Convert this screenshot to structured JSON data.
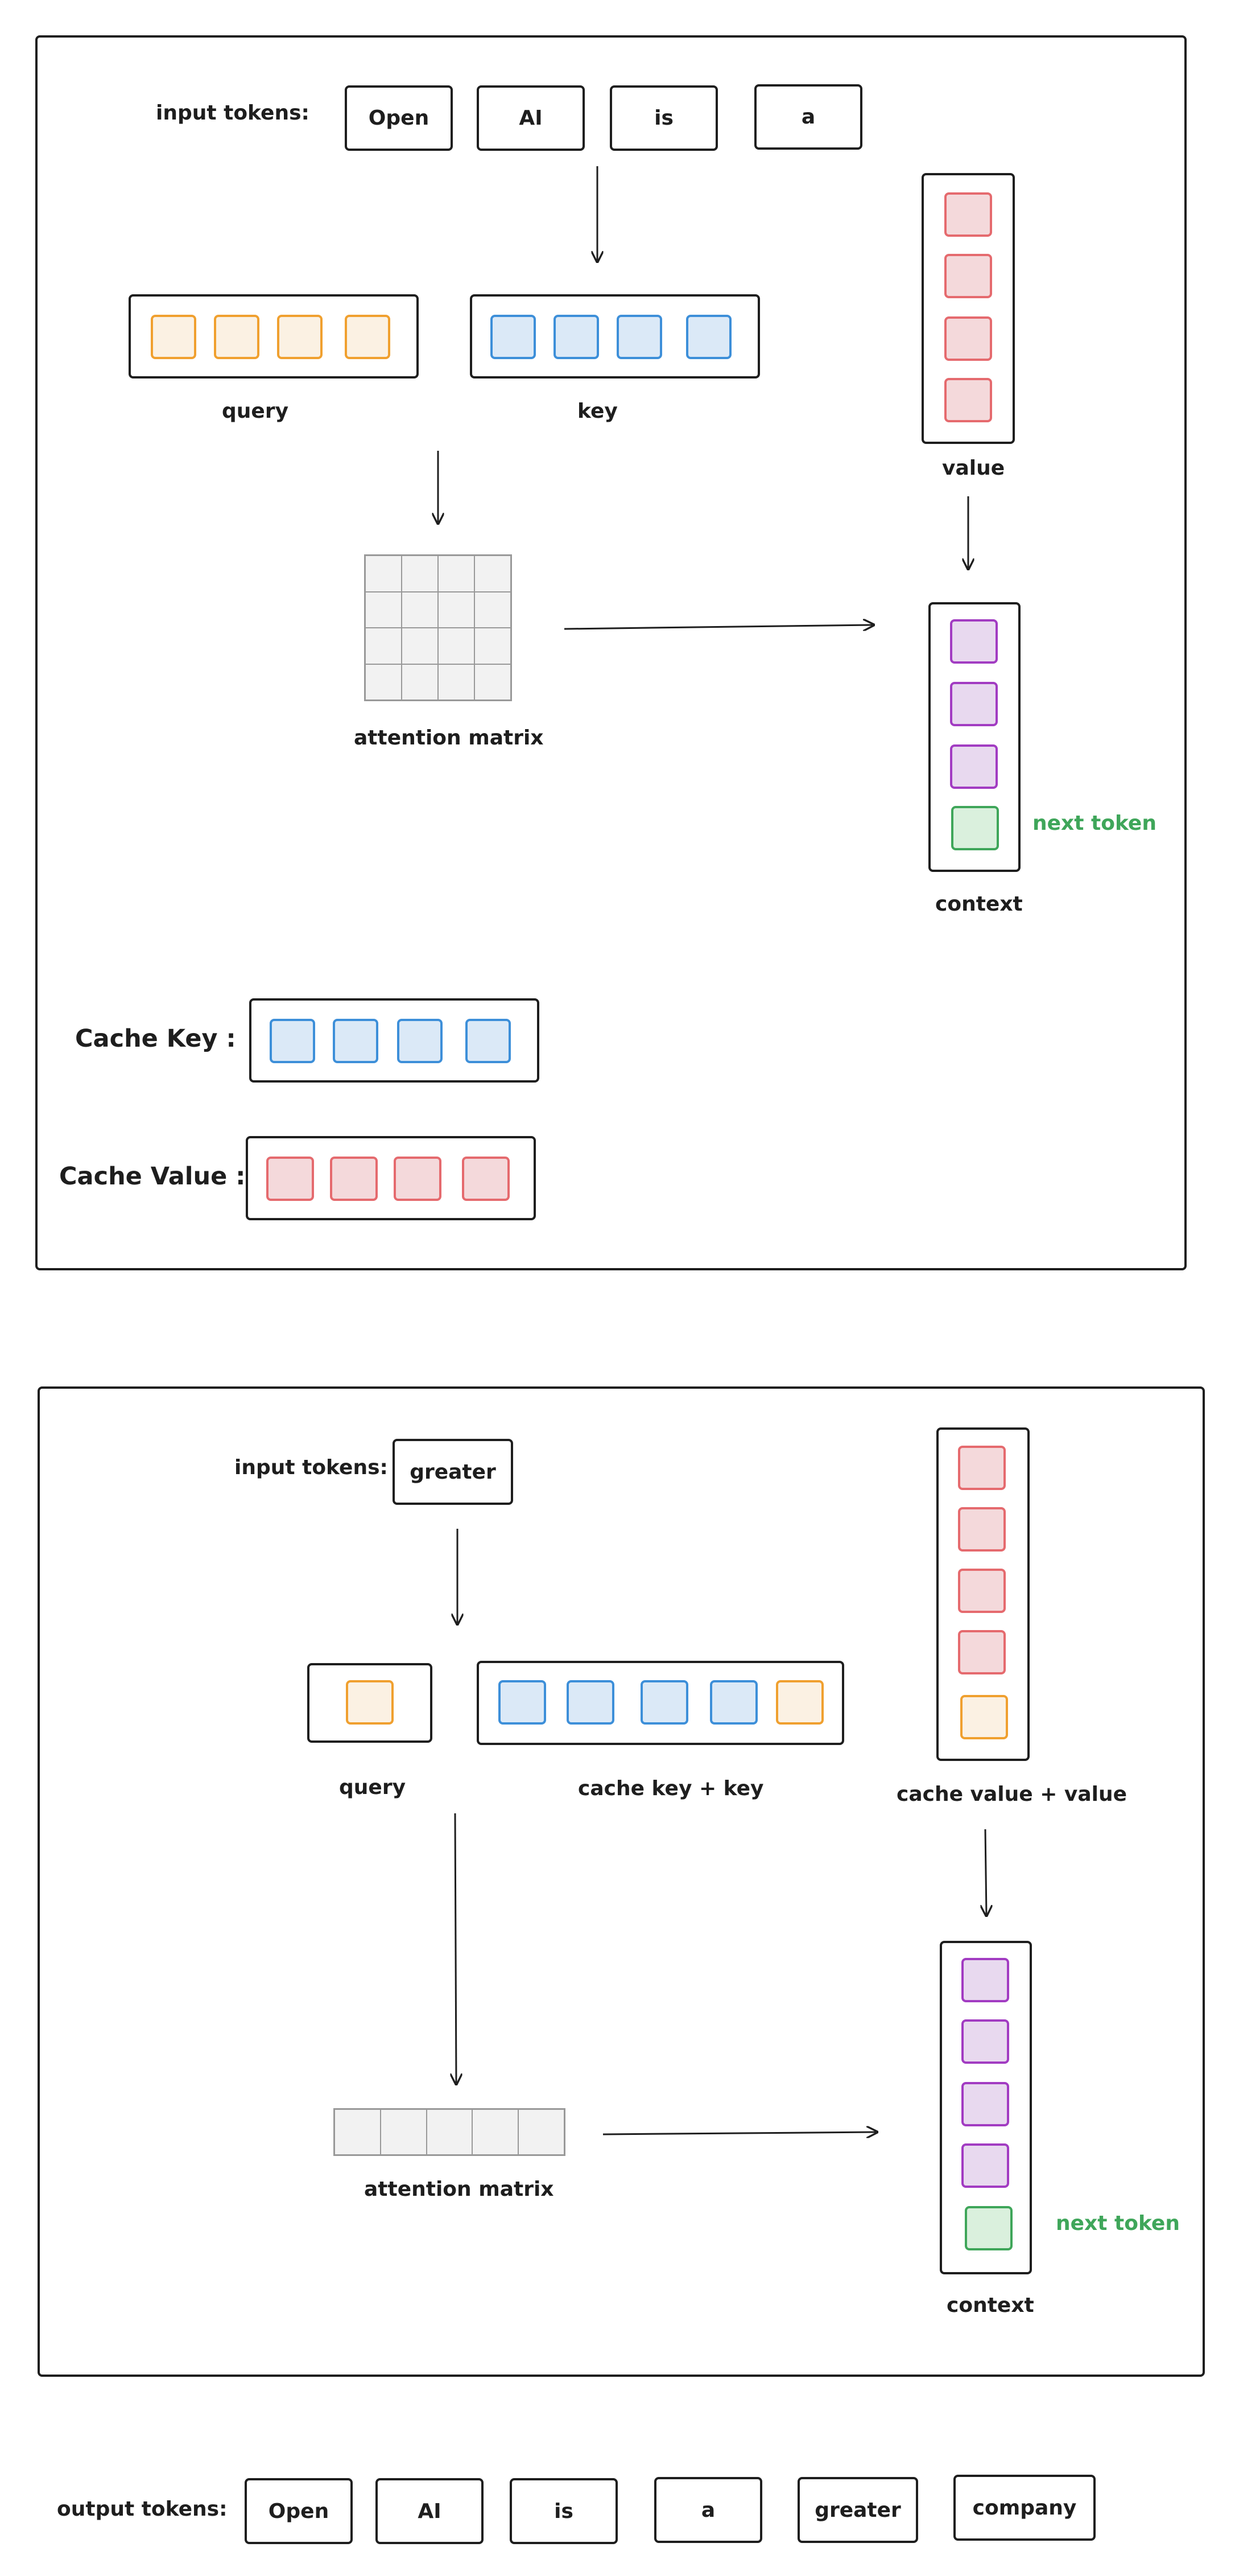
{
  "panel1": {
    "input_label": "input tokens:",
    "tokens": [
      "Open",
      "AI",
      "is",
      "a"
    ],
    "query_label": "query",
    "key_label": "key",
    "value_label": "value",
    "attention_label": "attention matrix",
    "context_label": "context",
    "next_token_label": "next token",
    "cache_key_label": "Cache Key :",
    "cache_value_label": "Cache Value :"
  },
  "panel2": {
    "input_label": "input tokens:",
    "token": "greater",
    "query_label": "query",
    "cache_key_label": "cache key + key",
    "cache_value_label": "cache value + value",
    "attention_label": "attention matrix",
    "context_label": "context",
    "next_token_label": "next token"
  },
  "output": {
    "label": "output tokens:",
    "tokens": [
      "Open",
      "AI",
      "is",
      "a",
      "greater",
      "company"
    ]
  },
  "colors": {
    "query": "#f0a02f",
    "key": "#3d8fd9",
    "value": "#e56a6e",
    "context": "#a23cc2",
    "next_token": "#3fa65a",
    "attention_grid": "#999999"
  }
}
